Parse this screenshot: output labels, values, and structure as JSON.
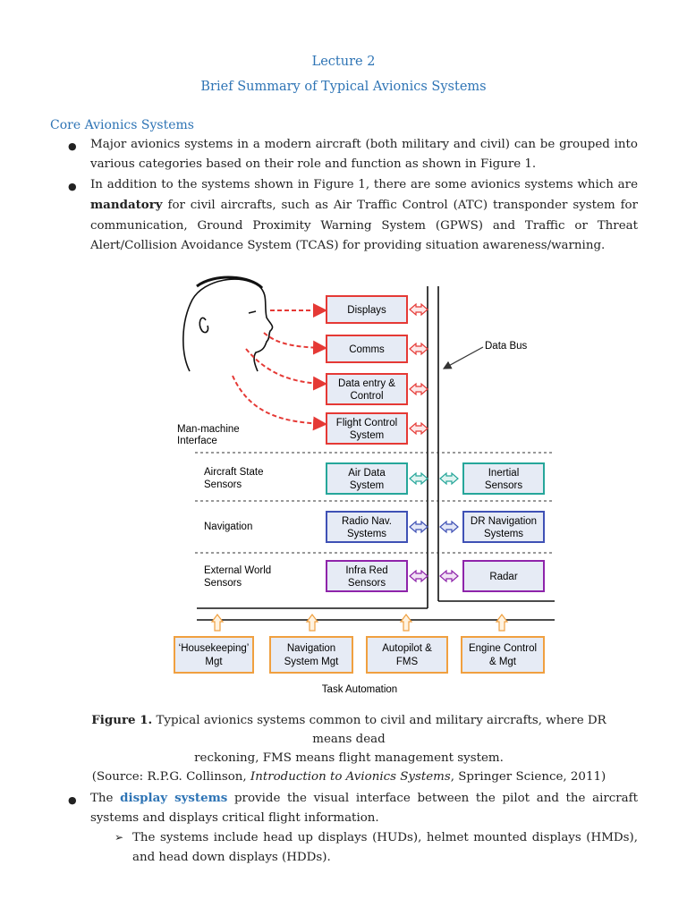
{
  "header": {
    "lecture": "Lecture 2",
    "title": "Brief Summary of Typical Avionics Systems"
  },
  "section": {
    "heading": "Core Avionics Systems",
    "bullet1": "Major avionics systems in a modern aircraft (both military and civil) can be grouped into various categories based on their role and function as shown in Figure 1.",
    "bullet2_before": "In addition to the systems shown in Figure 1, there are some avionics systems which are ",
    "bullet2_bold": "mandatory",
    "bullet2_after": " for civil aircrafts, such as Air Traffic Control (ATC) transponder system for communication, Ground Proximity Warning System (GPWS) and Traffic or Threat Alert/Collision Avoidance System (TCAS) for providing situation awareness/warning."
  },
  "figure": {
    "mmi": [
      "Displays",
      "Comms",
      "Data entry &",
      "Control",
      "Flight Control",
      "System"
    ],
    "databus": "Data Bus",
    "mmi_label": [
      "Man-machine",
      "Interface"
    ],
    "rows": [
      {
        "label": [
          "Aircraft State",
          "Sensors"
        ],
        "left": [
          "Air Data",
          "System"
        ],
        "right": [
          "Inertial",
          "Sensors"
        ]
      },
      {
        "label": [
          "Navigation"
        ],
        "left": [
          "Radio Nav.",
          "Systems"
        ],
        "right": [
          "DR Navigation",
          "Systems"
        ]
      },
      {
        "label": [
          "External World",
          "Sensors"
        ],
        "left": [
          "Infra Red",
          "Sensors"
        ],
        "right": [
          "Radar"
        ]
      }
    ],
    "tasks": [
      [
        "‘Housekeeping’",
        "Mgt"
      ],
      [
        "Navigation",
        "System Mgt"
      ],
      [
        "Autopilot &",
        "FMS"
      ],
      [
        "Engine Control",
        "& Mgt"
      ]
    ],
    "task_label": "Task Automation",
    "colors": {
      "red": "#e53935",
      "teal": "#26a69a",
      "blue": "#3f51b5",
      "purple": "#8e24aa",
      "orange": "#f0a040",
      "box": "#e6ebf5"
    }
  },
  "caption": {
    "fig_label": "Figure 1.",
    "line1_rest": " Typical avionics systems common to civil and military aircrafts, where DR means dead",
    "line2": "reckoning, FMS means flight management system.",
    "source_pre": "(Source: R.P.G. Collinson, ",
    "source_book": "Introduction to Avionics Systems",
    "source_post": ", Springer Science, 2011)"
  },
  "display": {
    "pre": "The ",
    "term": "display systems",
    "post": " provide the visual interface between the pilot and the aircraft systems and displays critical flight information.",
    "sub": "The systems include head up displays (HUDs), helmet mounted displays (HMDs), and head down displays (HDDs)."
  }
}
